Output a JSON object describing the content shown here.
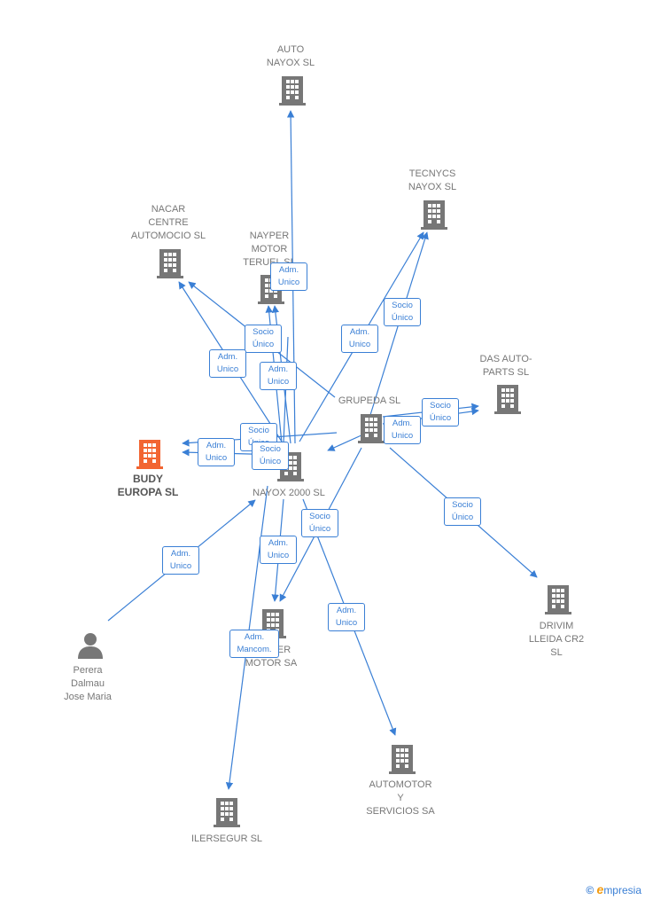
{
  "colors": {
    "edge": "#3a7fd5",
    "company_icon": "#777777",
    "highlight_icon": "#f26532",
    "person_icon": "#777777",
    "label_text": "#777777"
  },
  "nodes": {
    "auto_nayox": {
      "label": "AUTO\nNAYOX SL",
      "icon": "building-icon"
    },
    "tecnycs_nayox": {
      "label": "TECNYCS\nNAYOX SL",
      "icon": "building-icon"
    },
    "nacar_centre": {
      "label": "NACAR\nCENTRE\nAUTOMOCIO SL",
      "icon": "building-icon"
    },
    "nayper_teruel": {
      "label": "NAYPER\nMOTOR\nTERUEL SL",
      "icon": "building-icon"
    },
    "das_auto_parts": {
      "label": "DAS AUTO-\nPARTS SL",
      "icon": "building-icon"
    },
    "grupeda": {
      "label": "GRUPEDA SL",
      "icon": "building-icon"
    },
    "budy_europa": {
      "label": "BUDY\nEUROPA SL",
      "icon": "building-icon"
    },
    "nayox_2000": {
      "label": "NAYOX 2000 SL",
      "icon": "building-icon"
    },
    "drivim_lleida": {
      "label": "DRIVIM\nLLEIDA CR2\nSL",
      "icon": "building-icon"
    },
    "perera": {
      "label": "Perera\nDalmau\nJose Maria",
      "icon": "person-icon"
    },
    "nayper_motor": {
      "label": "NAYPER\nMOTOR SA",
      "icon": "building-icon"
    },
    "automotor_servicios": {
      "label": "AUTOMOTOR\nY\nSERVICIOS SA",
      "icon": "building-icon"
    },
    "ilersegur": {
      "label": "ILERSEGUR SL",
      "icon": "building-icon"
    }
  },
  "edge_labels": {
    "adm_unico_nayper_teruel": "Adm.\nUnico",
    "socio_unico_tecnycs": "Socio\nÚnico",
    "adm_unico_tecnycs": "Adm.\nUnico",
    "socio_unico_nayper_teruel": "Socio\nÚnico",
    "adm_unico_nacar": "Adm.\nUnico",
    "adm_unico_nayox_mid": "Adm.\nUnico",
    "socio_unico_das": "Socio\nÚnico",
    "adm_unico_das": "Adm.\nUnico",
    "socio_unico_budy": "Socio\nÚnico",
    "adm_unico_budy": "Adm.\nUnico",
    "socio_unico_nayox": "Socio\nÚnico",
    "socio_unico_drivim": "Socio\nÚnico",
    "socio_unico_nayper_motor": "Socio\nÚnico",
    "adm_unico_perera": "Adm.\nUnico",
    "adm_unico_nayper_motor": "Adm.\nUnico",
    "adm_unico_automotor": "Adm.\nUnico",
    "adm_mancom_ilersegur": "Adm.\nMancom."
  },
  "brand": {
    "copyright": "©",
    "name_initial": "e",
    "name_rest": "mpresia"
  }
}
